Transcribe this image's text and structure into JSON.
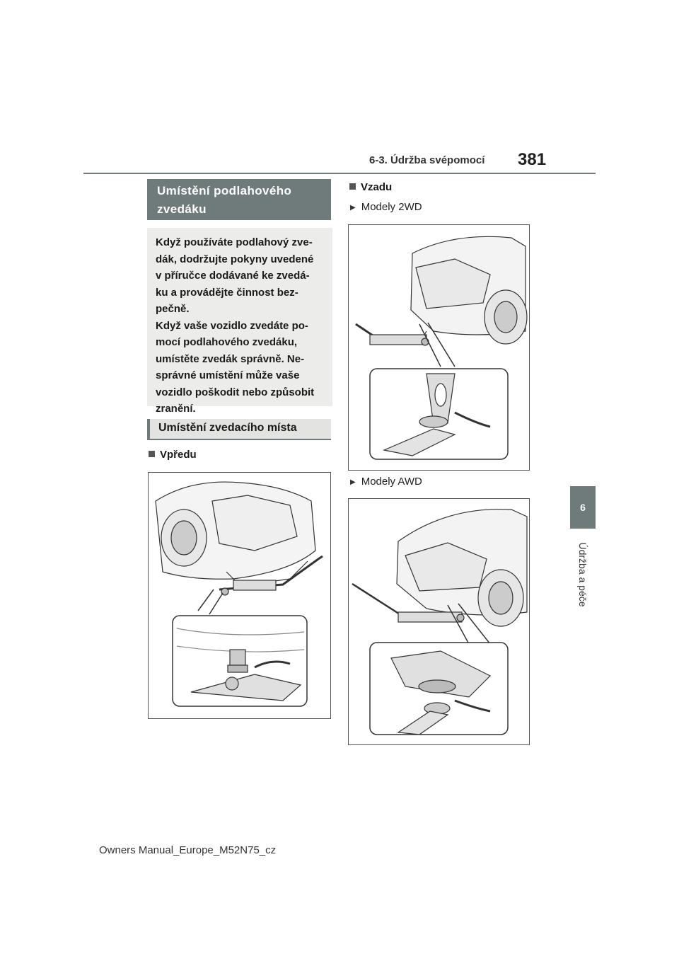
{
  "header": {
    "section": "6-3. Údržba svépomocí",
    "page_number": "381"
  },
  "side_tab": {
    "chapter_number": "6",
    "chapter_title": "Údržba a péče"
  },
  "left": {
    "title": "Umístění podlahového zvedáku",
    "notice": [
      "Když používáte podlahový zve-",
      "dák, dodržujte pokyny uvedené",
      "v příručce dodávané ke zvedá-",
      "ku a provádějte činnost bez-",
      "pečně.",
      "Když vaše vozidlo zvedáte po-",
      "mocí podlahového zvedáku,",
      "umístěte zvedák správně. Ne-",
      "správné umístění může vaše",
      "vozidlo poškodit nebo způsobit",
      "zranění."
    ],
    "subtitle": "Umístění zvedacího místa",
    "front_heading": "Vpředu"
  },
  "right": {
    "rear_heading": "Vzadu",
    "model_2wd": "Modely 2WD",
    "model_awd": "Modely AWD"
  },
  "footer": {
    "text": "Owners Manual_Europe_M52N75_cz"
  },
  "colors": {
    "accent": "#6f7b7a",
    "notice_bg": "#ececea",
    "subtitle_bg": "#e3e3e1"
  }
}
